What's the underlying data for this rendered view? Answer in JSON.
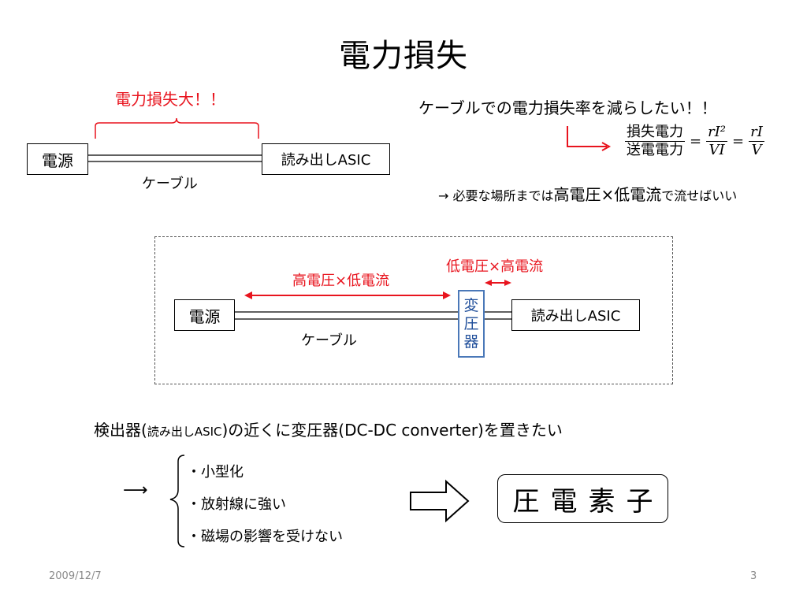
{
  "title": "電力損失",
  "top_left": {
    "loss_label": "電力損失大！！",
    "source_label": "電源",
    "asic_label": "読み出しASIC",
    "cable_label": "ケーブル"
  },
  "top_right": {
    "goal": "ケーブルでの電力損失率を減らしたい！！",
    "eq_lhs_num": "損失電力",
    "eq_lhs_den": "送電電力",
    "eq_mid_num": "rI²",
    "eq_mid_den": "VI",
    "eq_rhs_num": "rI",
    "eq_rhs_den": "V",
    "equals": "=",
    "conclusion_prefix": "→  必要な場所までは",
    "conclusion_emph": "高電圧×低電流",
    "conclusion_suffix": "で流せばいい"
  },
  "diagram": {
    "hv_label": "高電圧×低電流",
    "lv_label": "低電圧×高電流",
    "source_label": "電源",
    "asic_label": "読み出しASIC",
    "cable_label": "ケーブル",
    "transformer_chars": [
      "変",
      "圧",
      "器"
    ]
  },
  "statement": {
    "part1": "検出器(",
    "part2": "読み出しASIC",
    "part3": ")の近くに変圧器(DC-DC converter)を置きたい"
  },
  "requirements": {
    "arrow": "⟶",
    "items": [
      "・小型化",
      "・放射線に強い",
      "・磁場の影響を受けない"
    ]
  },
  "answer": "圧電素子",
  "footer": {
    "date": "2009/12/7",
    "page": "3"
  },
  "colors": {
    "accent_red": "#e8141e",
    "transformer_blue": "#4a78b8",
    "dashed_border": "#555555"
  }
}
